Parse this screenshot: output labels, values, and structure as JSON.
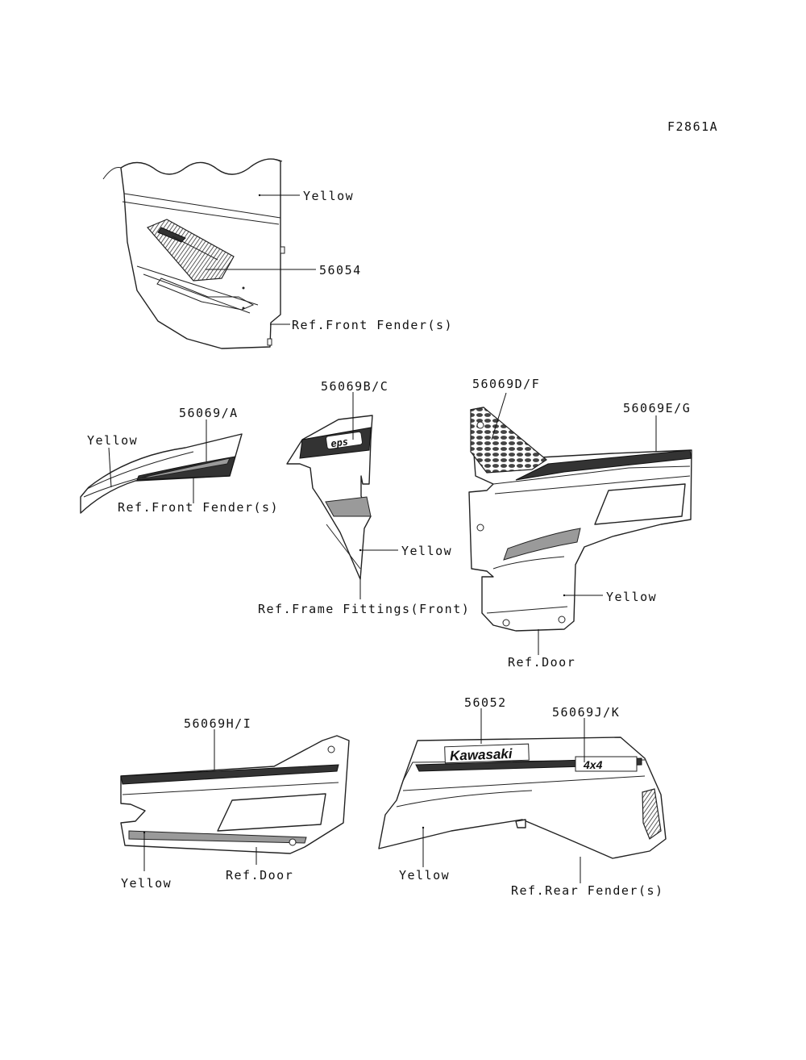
{
  "diagram_code": "F2861A",
  "callouts": {
    "top_yellow": "Yellow",
    "top_part": "56054",
    "top_ref": "Ref.Front Fender(s)",
    "left_part": "56069/A",
    "left_yellow": "Yellow",
    "left_ref": "Ref.Front Fender(s)",
    "center_part": "56069B/C",
    "center_yellow": "Yellow",
    "center_ref": "Ref.Frame Fittings(Front)",
    "right_part_upper": "56069D/F",
    "right_part_stripe": "56069E/G",
    "right_yellow": "Yellow",
    "right_ref": "Ref.Door",
    "bottom_left_part": "56069H/I",
    "bottom_left_yellow": "Yellow",
    "bottom_left_ref": "Ref.Door",
    "bottom_right_part_logo": "56052",
    "bottom_right_part_stripe": "56069J/K",
    "bottom_right_yellow": "Yellow",
    "bottom_right_ref": "Ref.Rear Fender(s)"
  },
  "decal_text": {
    "brand": "Kawasaki",
    "badge_4x4": "4x4",
    "badge_eps": "eps"
  }
}
